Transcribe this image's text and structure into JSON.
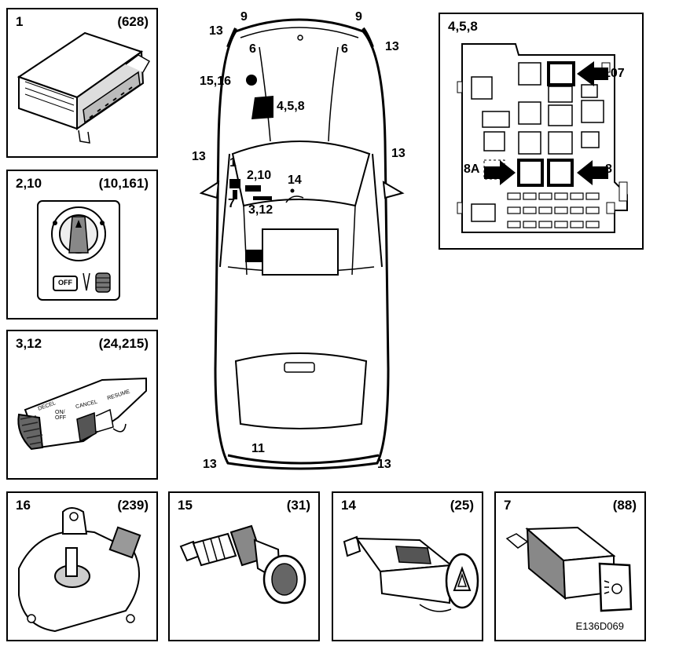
{
  "panels": [
    {
      "id": "1",
      "num": "1",
      "ref": "(628)"
    },
    {
      "id": "2_10",
      "num": "2,10",
      "ref": "(10,161)"
    },
    {
      "id": "3_12",
      "num": "3,12",
      "ref": "(24,215)"
    },
    {
      "id": "16",
      "num": "16",
      "ref": "(239)"
    },
    {
      "id": "15",
      "num": "15",
      "ref": "(31)"
    },
    {
      "id": "14",
      "num": "14",
      "ref": "(25)"
    },
    {
      "id": "7",
      "num": "7",
      "ref": "(88)"
    },
    {
      "id": "fusebox",
      "num": "4,5,8",
      "ref": ""
    }
  ],
  "switch_labels": {
    "headlamp_off": "OFF",
    "cruise_onoff": "ON/ OFF",
    "cruise_cancel": "CANCEL",
    "cruise_resume": "RESUME",
    "cruise_decel": "DECEL"
  },
  "fusebox_labels": {
    "relay_107": "107",
    "relay_8A": "8A",
    "relay_8": "8"
  },
  "car_labels": {
    "n13_tl": "13",
    "n9_l": "9",
    "n9_r": "9",
    "n13_tr": "13",
    "n6_l": "6",
    "n6_r": "6",
    "n15_16": "15,16",
    "n4_5_8": "4,5,8",
    "n13_ml": "13",
    "n13_mr": "13",
    "n1": "1",
    "n2_10": "2,10",
    "n14": "14",
    "n7": "7",
    "n3_12": "3,12",
    "n13_bl": "13",
    "n11": "11",
    "n13_br": "13"
  },
  "figure_code": "E136D069"
}
